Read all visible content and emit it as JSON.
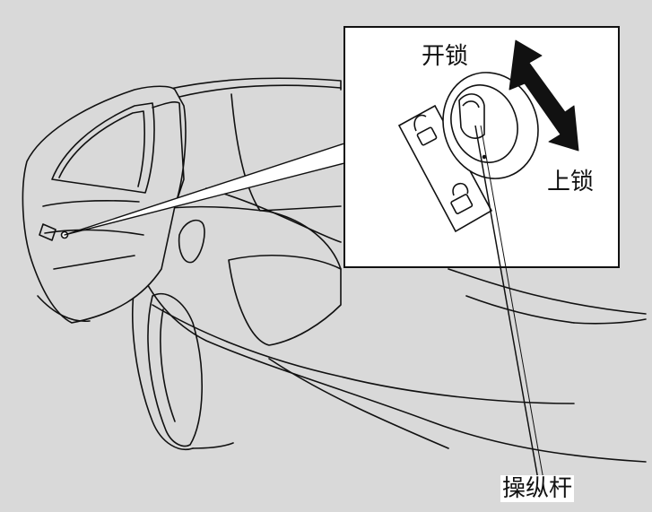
{
  "figure": {
    "labels": {
      "unlock": "开锁",
      "lock": "上锁",
      "lever": "操纵杆"
    },
    "colors": {
      "background": "#d9d9d9",
      "inset_background": "#ffffff",
      "line": "#111111",
      "car_fill": "#d9d9d9"
    },
    "icons": [
      "car-rear-door-outline",
      "unlock-padlock-icon",
      "lock-padlock-icon",
      "double-arrow-icon",
      "lever-knob-icon"
    ]
  }
}
